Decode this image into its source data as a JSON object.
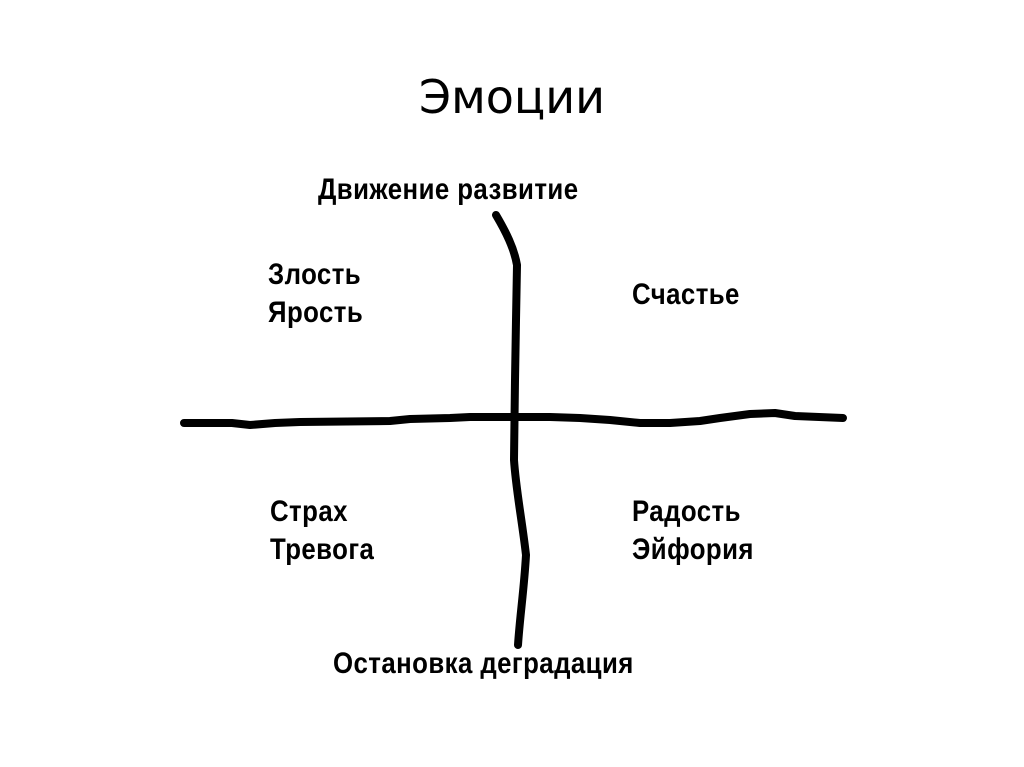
{
  "slide": {
    "title": "Эмоции"
  },
  "diagram": {
    "type": "quadrant",
    "axes": {
      "vertical_top": "Движение развитие",
      "vertical_bottom": "Остановка деградация"
    },
    "quadrants": {
      "top_left": [
        "Злость",
        "Ярость"
      ],
      "top_right": [
        "Счастье"
      ],
      "bottom_left": [
        "Страх",
        "Тревога"
      ],
      "bottom_right": [
        "Радость",
        "Эйфория"
      ]
    },
    "colors": {
      "background": "#ffffff",
      "ink": "#000000"
    }
  }
}
